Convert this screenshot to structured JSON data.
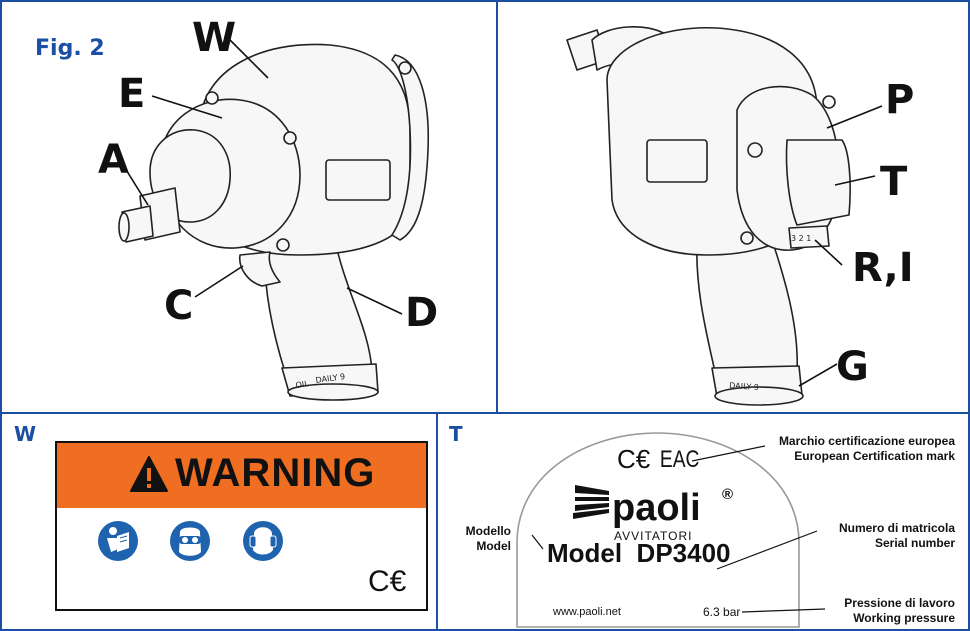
{
  "figure_label": "Fig. 2",
  "tool_front": {
    "labels": {
      "W": "W",
      "E": "E",
      "A": "A",
      "C": "C",
      "D": "D"
    },
    "handle_text": "DAILY 9",
    "handle_text2": "OIL"
  },
  "tool_rear": {
    "labels": {
      "P": "P",
      "T": "T",
      "RI": "R,I",
      "G": "G"
    },
    "handle_text": "DAILY 9",
    "dial_text": "3 2 1"
  },
  "warning_panel": {
    "letter": "W",
    "warning_word": "WARNING",
    "ce_mark": "C€",
    "icons": [
      "read-manual-icon",
      "eye-protection-icon",
      "ear-protection-icon"
    ],
    "band_color": "#ef6e22"
  },
  "plate_panel": {
    "letter": "T",
    "ce_mark": "C€",
    "eac_mark": "EAC",
    "brand": "paoli",
    "registered": "®",
    "brand_sub": "AVVITATORI",
    "model_line": "Model  DP3400",
    "website": "www.paoli.net",
    "pressure": "6.3 bar",
    "side_labels": {
      "certification_it": "Marchio certificazione europea",
      "certification_en": "European Certification mark",
      "model_it": "Modello",
      "model_en": "Model",
      "serial_it": "Numero di matricola",
      "serial_en": "Serial number",
      "pressure_it": "Pressione di lavoro",
      "pressure_en": "Working pressure"
    }
  },
  "colors": {
    "accent": "#1a4fa3",
    "warning_orange": "#ef6e22",
    "safety_blue": "#1f62ad"
  }
}
